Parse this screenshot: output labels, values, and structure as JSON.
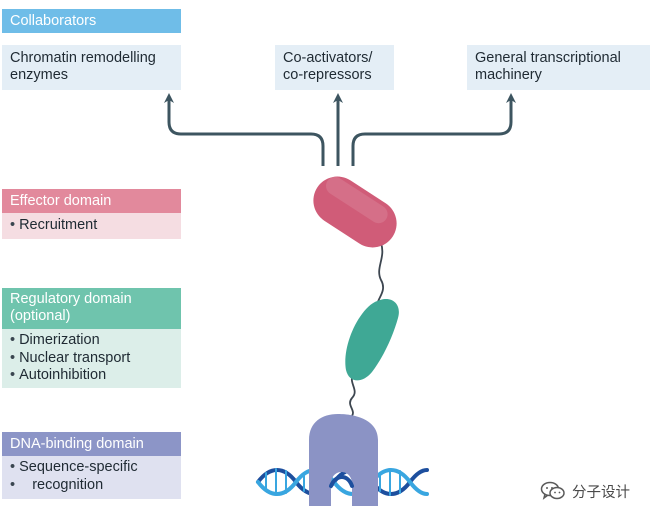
{
  "collaborators": {
    "header": "Collaborators",
    "items": [
      {
        "lines": [
          "Chromatin remodelling",
          "enzymes"
        ]
      },
      {
        "lines": [
          "Co-activators/",
          "co-repressors"
        ]
      },
      {
        "lines": [
          "General transcriptional",
          "machinery"
        ]
      }
    ]
  },
  "effector": {
    "header": "Effector domain",
    "bullets": [
      "Recruitment"
    ]
  },
  "regulatory": {
    "header_lines": [
      "Regulatory domain",
      "(optional)"
    ],
    "bullets": [
      "Dimerization",
      "Nuclear transport",
      "Autoinhibition"
    ]
  },
  "dna_binding": {
    "header": "DNA-binding domain",
    "bullets": [
      "Sequence-specific",
      "recognition"
    ]
  },
  "watermark": {
    "text": "分子设计",
    "icon": "wechat-icon"
  },
  "colors": {
    "collaborators": "#6fbde8",
    "collaborators_bg": "#e4eef6",
    "effector": "#e2899c",
    "effector_bg": "#f5dde2",
    "regulatory": "#6fc4ad",
    "regulatory_bg": "#dceee9",
    "dna_binding": "#8c95c7",
    "dna_binding_bg": "#dfe1f0",
    "arrow": "#3d5560",
    "effector_shape": "#d05c78",
    "regulatory_shape": "#3fa895",
    "dna_shape": "#8b93c5",
    "dna_strand_dark": "#1d4f9e",
    "dna_strand_light": "#39a6e0"
  }
}
